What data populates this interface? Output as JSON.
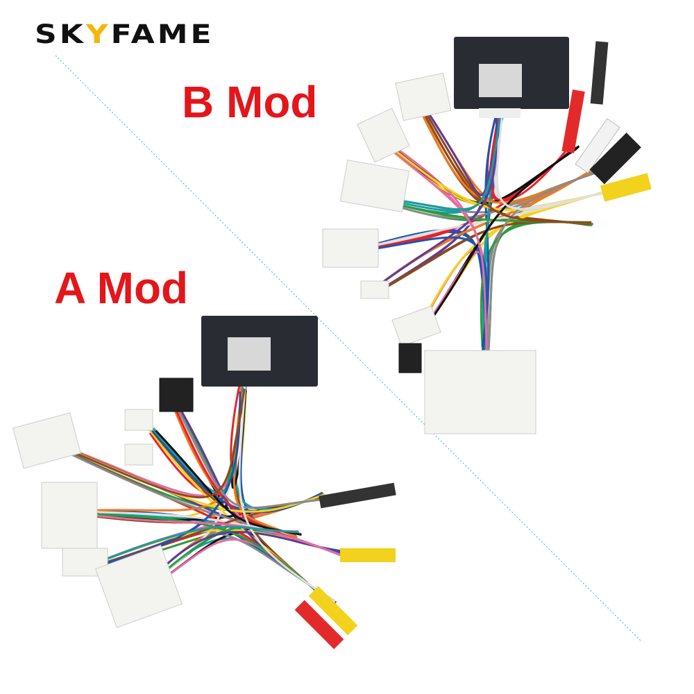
{
  "brand": {
    "logo_prefix": "SK",
    "logo_accent": "Y",
    "logo_suffix": "FAME",
    "accent_color": "#f5b50c"
  },
  "labels": {
    "b_mod": "B Mod",
    "a_mod": "A Mod",
    "label_color": "#e3161b"
  },
  "watermark": "SKYFAME",
  "wire_colors": [
    "#e8222a",
    "#f07a1e",
    "#f6d21b",
    "#2c9c3a",
    "#1a56b0",
    "#5c3b9e",
    "#111111",
    "#8a8a8a",
    "#ffffff",
    "#8b4a1e",
    "#e86aa5",
    "#1b9c9c"
  ]
}
